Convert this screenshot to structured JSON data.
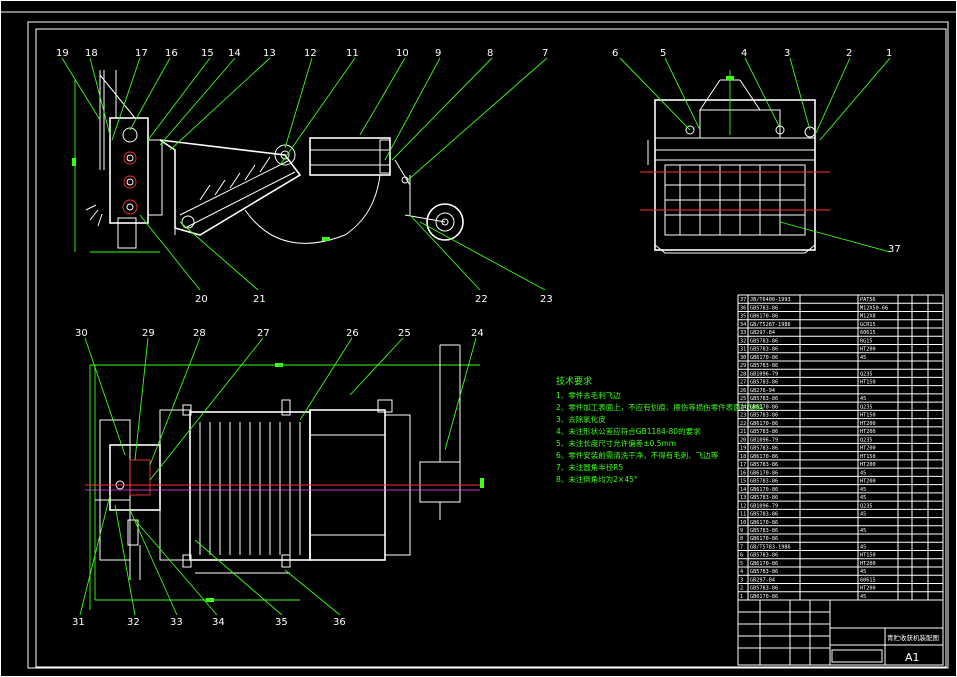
{
  "balloons_top": [
    "19",
    "18",
    "17",
    "16",
    "15",
    "14",
    "13",
    "12",
    "11",
    "10",
    "9",
    "8",
    "7",
    "6",
    "5",
    "4",
    "3",
    "2",
    "1"
  ],
  "balloons_bottom": [
    "30",
    "29",
    "28",
    "27",
    "26",
    "25",
    "24",
    "31",
    "32",
    "33",
    "34",
    "35",
    "36"
  ],
  "balloons_side": [
    "20",
    "21",
    "22",
    "23",
    "37"
  ],
  "tech_requirements": {
    "title": "技术要求",
    "items": [
      "1、零件去毛刺飞边",
      "2、零件加工表面上，不应有划痕、擦伤等损伤零件表面的缺陷",
      "3、去除氧化皮",
      "4、未注形状公差应符合GB1184-80的要求",
      "5、未注长度尺寸允许偏差±0.5mm",
      "6、零件安装前需清洗干净，不得有毛刺、飞边等",
      "7、未注圆角半径R5",
      "8、未注倒角均为2×45°"
    ]
  },
  "title_block": {
    "drawing_name": "青贮收获机装配图",
    "sheet_size": "A1"
  },
  "bom_rows": [
    [
      "37",
      "JB/T6400-1993",
      "",
      "PAT56",
      "",
      ""
    ],
    [
      "36",
      "GB5783-86",
      "",
      "M12X50-66",
      "",
      ""
    ],
    [
      "35",
      "GB6170-86",
      "",
      "M12X8",
      "",
      ""
    ],
    [
      "34",
      "GB/T5287-1986",
      "",
      "GCR15",
      "",
      ""
    ],
    [
      "33",
      "GB297-84",
      "",
      "60615",
      "",
      ""
    ],
    [
      "32",
      "GB5783-86",
      "",
      "RG15",
      "",
      ""
    ],
    [
      "31",
      "GB5783-86",
      "",
      "HT200",
      "",
      ""
    ],
    [
      "30",
      "GB6170-86",
      "",
      "45",
      "",
      ""
    ],
    [
      "29",
      "GB5783-86",
      "",
      "",
      "",
      " "
    ],
    [
      "28",
      "GB1096-79",
      "",
      "Q235",
      "",
      ""
    ],
    [
      "27",
      "GB5783-86",
      "",
      "HT150",
      "",
      ""
    ],
    [
      "26",
      "GB276-94",
      "",
      "",
      "",
      ""
    ],
    [
      "25",
      "GB5783-86",
      "",
      "45",
      "",
      ""
    ],
    [
      "24",
      "GB6170-86",
      "",
      "Q235",
      "",
      ""
    ],
    [
      "23",
      "GB5783-86",
      "",
      "HT150",
      "",
      ""
    ],
    [
      "22",
      "GB6170-86",
      "",
      "HT200",
      "",
      ""
    ],
    [
      "21",
      "GB5783-86",
      "",
      "HT200",
      "",
      ""
    ],
    [
      "20",
      "GB1096-79",
      "",
      "Q235",
      "",
      ""
    ],
    [
      "19",
      "GB5783-86",
      "",
      "HT200",
      "",
      ""
    ],
    [
      "18",
      "GB6170-86",
      "",
      "HT150",
      "",
      ""
    ],
    [
      "17",
      "GB5783-86",
      "",
      "HT200",
      "",
      ""
    ],
    [
      "16",
      "GB6170-86",
      "",
      "45",
      "",
      ""
    ],
    [
      "15",
      "GB5783-86",
      "",
      "HT200",
      "",
      ""
    ],
    [
      "14",
      "GB6170-86",
      "",
      "45",
      "",
      ""
    ],
    [
      "13",
      "GB5783-86",
      "",
      "45",
      "",
      ""
    ],
    [
      "12",
      "GB1096-79",
      "",
      "Q235",
      "",
      ""
    ],
    [
      "11",
      "GB5783-86",
      "",
      "45",
      "",
      ""
    ],
    [
      "10",
      "GB6170-86",
      "",
      "",
      "",
      ""
    ],
    [
      "9",
      "GB5783-86",
      "",
      "45",
      "",
      ""
    ],
    [
      "8",
      "GB6170-86",
      "",
      "",
      "",
      ""
    ],
    [
      "7",
      "GB/T5783-1986",
      "",
      "45",
      "",
      ""
    ],
    [
      "6",
      "GB5783-86",
      "",
      "HT150",
      "",
      ""
    ],
    [
      "5",
      "GB6170-86",
      "",
      "HT200",
      "",
      ""
    ],
    [
      "4",
      "GB5783-86",
      "",
      "45",
      "",
      ""
    ],
    [
      "3",
      "GB297-84",
      "",
      "60615",
      "",
      ""
    ],
    [
      "2",
      "GB5783-86",
      "",
      "HT200",
      "",
      ""
    ],
    [
      "1",
      "GB6170-86",
      "",
      "45",
      "",
      ""
    ]
  ],
  "colors": {
    "background": "#000000",
    "lines": "#ffffff",
    "dimension": "#39ff14",
    "centerline": "#ff3030",
    "hidden": "#ffd700"
  }
}
